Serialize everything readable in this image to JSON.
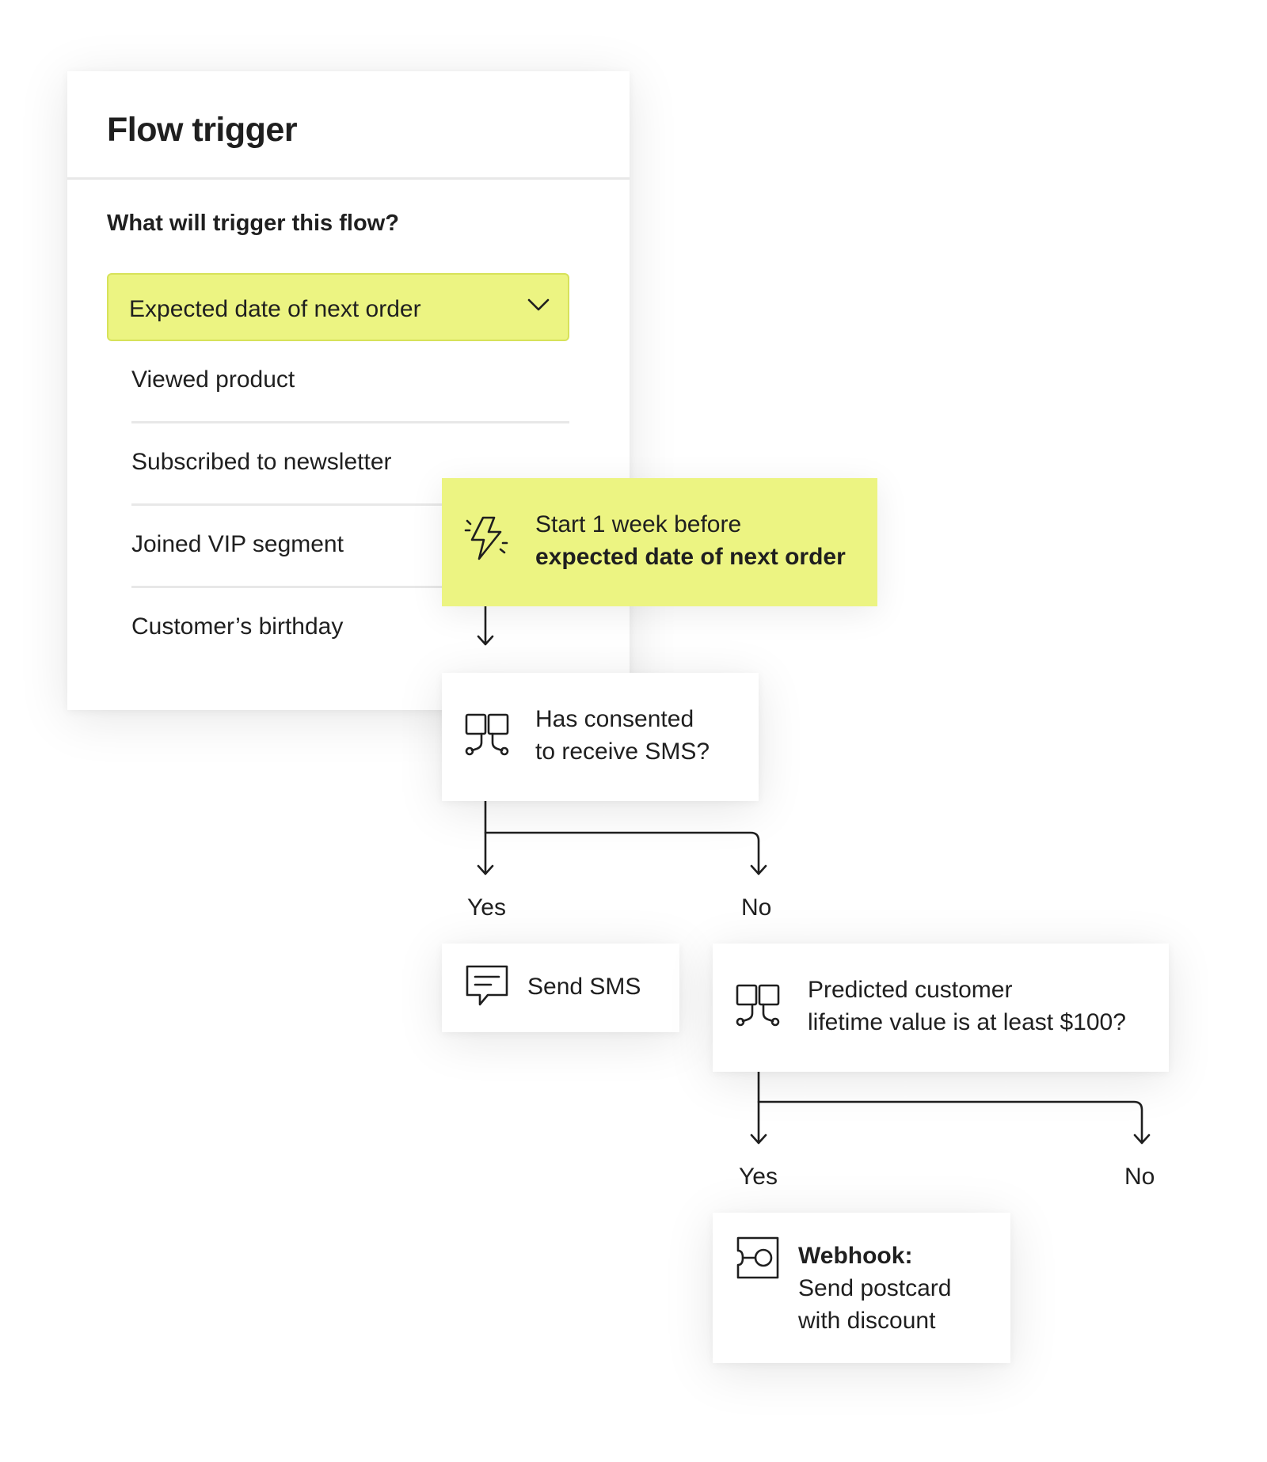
{
  "panel": {
    "title": "Flow trigger",
    "question": "What will trigger this flow?",
    "selected": "Expected date of next order",
    "options": [
      "Viewed product",
      "Subscribed to newsletter",
      "Joined VIP segment",
      "Customer’s birthday"
    ]
  },
  "flow": {
    "start": {
      "line1": "Start 1 week before",
      "line2": "expected date of next order",
      "icon": "lightning-icon"
    },
    "consent": {
      "line1": "Has consented",
      "line2": "to receive SMS?",
      "icon": "split-icon"
    },
    "branch1": {
      "yes": "Yes",
      "no": "No"
    },
    "sms": {
      "label": "Send SMS",
      "icon": "message-icon"
    },
    "clv": {
      "line1": "Predicted customer",
      "line2": "lifetime value is at least $100?",
      "icon": "split-icon"
    },
    "branch2": {
      "yes": "Yes",
      "no": "No"
    },
    "webhook": {
      "title": "Webhook:",
      "line1": "Send postcard",
      "line2": "with discount",
      "icon": "webhook-icon"
    }
  },
  "colors": {
    "accent": "#ecf482",
    "text": "#1f1f1f",
    "divider": "#e8e8e8"
  }
}
